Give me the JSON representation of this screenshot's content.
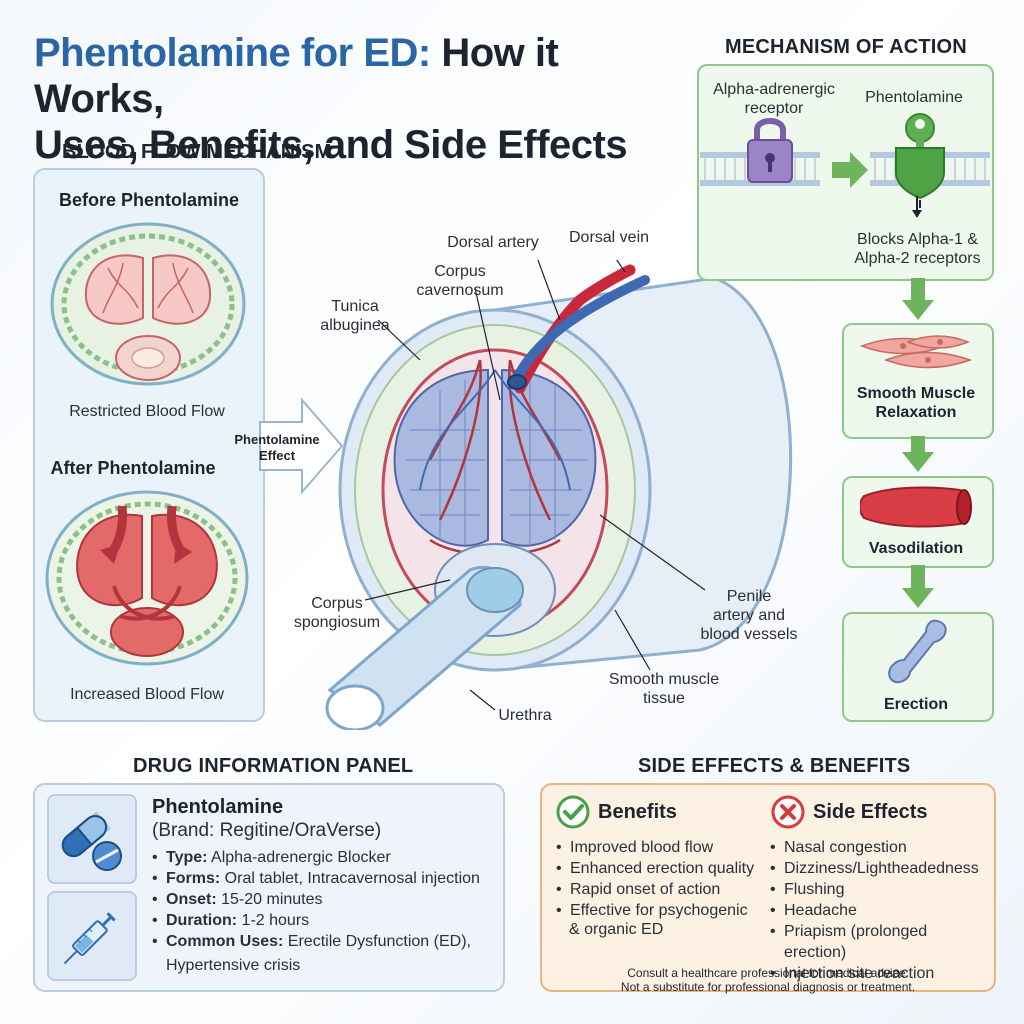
{
  "title": {
    "accent": "Phentolamine for ED:",
    "rest1": " How it Works,",
    "line2": "Uses, Benefits, and Side Effects"
  },
  "blood_flow": {
    "heading": "BLOOD FLOW MECHANISM",
    "before_label": "Before Phentolamine",
    "restricted": "Restricted Blood Flow",
    "effect_line1": "Phentolamine",
    "effect_line2": "Effect",
    "after_label": "After Phentolamine",
    "increased": "Increased Blood Flow"
  },
  "anatomy": {
    "dorsal_artery": "Dorsal artery",
    "dorsal_vein": "Dorsal vein",
    "corpus_cav_1": "Corpus",
    "corpus_cav_2": "cavernosum",
    "tunica_1": "Tunica",
    "tunica_2": "albuginea",
    "corpus_spong_1": "Corpus",
    "corpus_spong_2": "spongiosum",
    "penile_1": "Penile",
    "penile_2": "artery and",
    "penile_3": "blood vessels",
    "smooth_1": "Smooth muscle",
    "smooth_2": "tissue",
    "urethra": "Urethra"
  },
  "mechanism": {
    "heading": "MECHANISM OF ACTION",
    "receptor_1": "Alpha-adrenergic",
    "receptor_2": "receptor",
    "drug": "Phentolamine",
    "blocks_1": "Blocks Alpha-1 &",
    "blocks_2": "Alpha-2 receptors",
    "step1_1": "Smooth Muscle",
    "step1_2": "Relaxation",
    "step2": "Vasodilation",
    "step3": "Erection"
  },
  "drug_info": {
    "heading": "DRUG INFORMATION PANEL",
    "name": "Phentolamine",
    "brand": "(Brand: Regitine/OraVerse)",
    "items": [
      {
        "k": "Type:",
        "v": " Alpha-adrenergic Blocker"
      },
      {
        "k": "Forms:",
        "v": " Oral tablet, Intracavernosal injection"
      },
      {
        "k": "Onset:",
        "v": " 15-20 minutes"
      },
      {
        "k": "Duration:",
        "v": " 1-2 hours"
      },
      {
        "k": "Common Uses:",
        "v": " Erectile Dysfunction (ED),"
      }
    ],
    "extra_line": "Hypertensive crisis"
  },
  "effects": {
    "heading": "SIDE EFFECTS & BENEFITS",
    "benefits_title": "Benefits",
    "benefits": [
      "Improved blood flow",
      "Enhanced erection quality",
      "Rapid onset of action",
      "Effective for psychogenic",
      "& organic ED"
    ],
    "side_title": "Side Effects",
    "side": [
      "Nasal congestion",
      "Dizziness/Lightheadedness",
      "Flushing",
      "Headache",
      "Priapism (prolonged erection)",
      "Injection site reaction"
    ],
    "disclaimer_1": "Consult a healthcare professional for medical advice.",
    "disclaimer_2": "Not a substitute for professional diagnosis or treatment."
  },
  "colors": {
    "accent_blue": "#2a66a6",
    "green": "#6db45c",
    "red": "#c8283a",
    "orange_border": "#e9b47f"
  }
}
